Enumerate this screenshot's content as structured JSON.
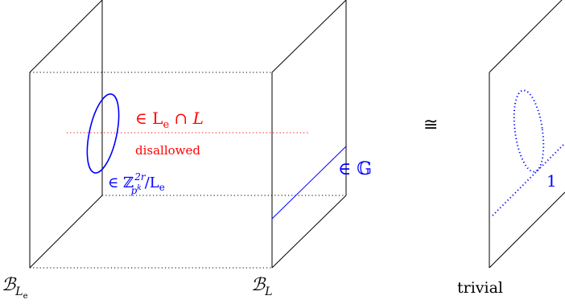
{
  "colors": {
    "stroke": "#000000",
    "red": "#ff0000",
    "blue": "#0000ff"
  },
  "labels": {
    "red_element": "∈ L",
    "red_element_sub": "e",
    "red_element_tail": " ∩ L",
    "disallowed": "disallowed",
    "blue_element_prefix": "∈ ℤ",
    "blue_element_sup": "2r",
    "blue_element_sub": "p",
    "blue_element_subsup": "k",
    "blue_element_tail": "/L",
    "blue_element_tail_sub": "e",
    "group_element": "∈ 𝔾",
    "iso": "≅",
    "weight_one": "1",
    "boundary_left": "ℬ",
    "boundary_left_sub": "L",
    "boundary_left_subsub": "e",
    "boundary_right": "ℬ",
    "boundary_right_sub": "L",
    "trivial": "trivial"
  }
}
